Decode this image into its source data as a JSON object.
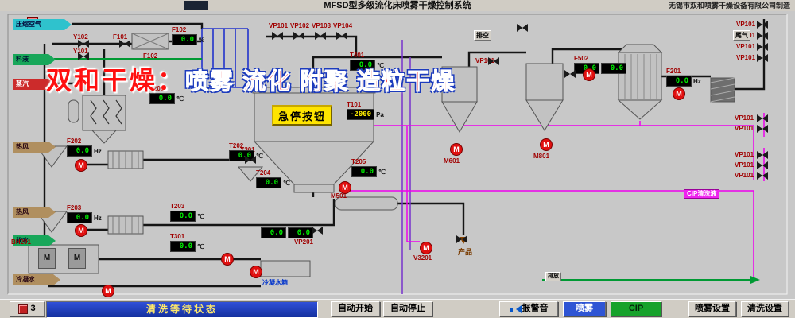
{
  "header": {
    "title": "MFSD型多级流化床喷雾干燥控制系统",
    "manufacturer": "无锡市双和喷雾干燥设备有限公司制造"
  },
  "watermark": {
    "brand": "双和干燥：",
    "slogan": "喷雾 流化 附聚 造粒干燥"
  },
  "flow_arrows": {
    "compressed_air": "压缩空气",
    "feed": "料液",
    "steam": "蒸汽",
    "hot_air_1": "热风",
    "hot_air_2": "热风",
    "soft_water": "软水",
    "condensate": "冷凝水"
  },
  "equipment": {
    "emergency_stop": "急停按钮",
    "heater_tag": "F102",
    "scrubber_tag": "BH201",
    "condensate_tank": "冷凝水箱",
    "product": "产品",
    "vent": "排空",
    "tail_gas": "尾气",
    "cip_line": "CIP清洗液",
    "drain": "排放"
  },
  "valves": {
    "y102": "Y102",
    "f101": "F101",
    "y101": "Y101",
    "y301": "Y301",
    "vent_valve": "VP101",
    "vp_top": [
      "VP101",
      "VP102",
      "VP103",
      "VP104"
    ],
    "vp_right_top": [
      "VP101",
      "VP101",
      "VP101",
      "VP101"
    ],
    "vp_right_mid": [
      "VP101",
      "VP101"
    ],
    "vp_right_low": [
      "VP101",
      "VP101",
      "VP101"
    ],
    "vp201": "VP201"
  },
  "pumps": {
    "m501": "M501",
    "m601": "M601",
    "m801": "M801",
    "v3201": "V3201"
  },
  "icons": {
    "motor": "M"
  },
  "displays": {
    "f102": {
      "tag": "F102",
      "value": "0.0",
      "unit": "%"
    },
    "t201": {
      "tag": "T201",
      "value": "0.0",
      "unit": "℃"
    },
    "t202": {
      "tag": "T202",
      "value": "0.0",
      "unit": "℃"
    },
    "t203": {
      "tag": "T203",
      "value": "0.0",
      "unit": "℃"
    },
    "t301": {
      "tag": "T301",
      "value": "0.0",
      "unit": "℃"
    },
    "t204": {
      "tag": "T204",
      "value": "0.0",
      "unit": "℃"
    },
    "t205": {
      "tag": "T205",
      "value": "0.0",
      "unit": "℃"
    },
    "t401": {
      "tag": "T401",
      "value": "0.0",
      "unit": "℃"
    },
    "t101": {
      "tag": "T101",
      "value": "-2000",
      "unit": "Pa"
    },
    "f202": {
      "tag": "F202",
      "value": "0.0",
      "unit": "Hz"
    },
    "f203": {
      "tag": "F203",
      "value": "0.0",
      "unit": "Hz"
    },
    "f201": {
      "tag": "F201",
      "value": "0.0",
      "unit": "Hz"
    },
    "f502": {
      "tag": "F502",
      "value1": "0.0",
      "value2": "0.0"
    },
    "vp201": {
      "value1": "0.0",
      "value2": "0.0"
    }
  },
  "statusbar": {
    "page": "3",
    "status": "清洗等待状态"
  },
  "toolbar": {
    "auto_start": "自动开始",
    "auto_stop": "自动停止",
    "alarm_sound": "报警音",
    "spray": "喷雾",
    "cip": "CIP",
    "spray_settings": "喷雾设置",
    "clean_settings": "清洗设置"
  },
  "colors": {
    "pipe_black": "#151515",
    "pipe_blue": "#2233cc",
    "pipe_magenta": "#ee00ee",
    "pipe_green": "#009933",
    "pipe_violet": "#7733cc",
    "lcd_green": "#00ee00",
    "alarm_yellow": "#ffee00"
  }
}
